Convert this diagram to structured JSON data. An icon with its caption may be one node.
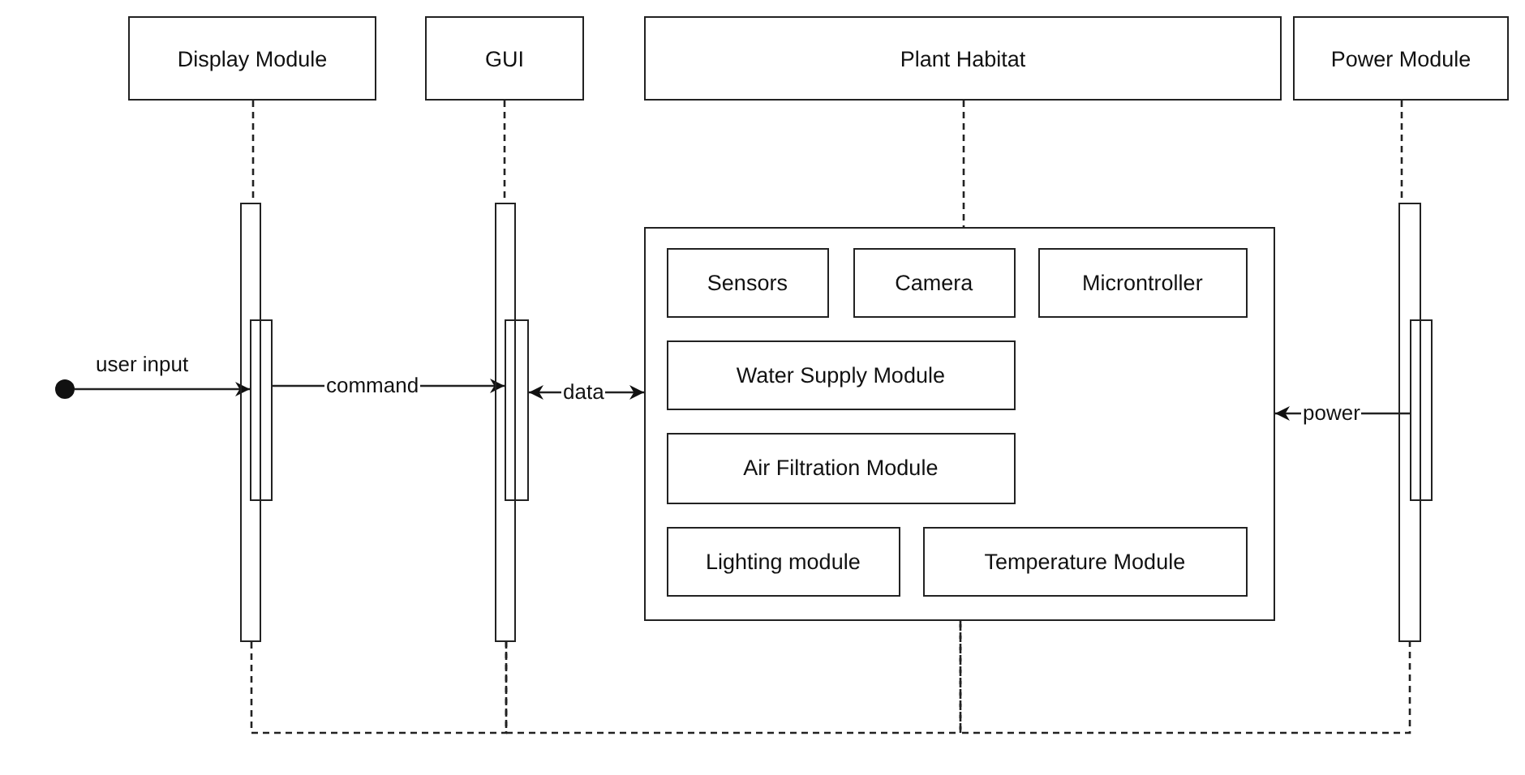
{
  "diagram": {
    "nodes": [
      {
        "text": [
          "Display Module"
        ]
      },
      {
        "text": [
          "GUI"
        ]
      },
      {
        "text": [
          "Plant Habitat"
        ]
      },
      {
        "text": [
          "Power Module"
        ]
      },
      {
        "text": [],
        "shape": "bar"
      },
      {
        "text": [],
        "shape": "bar"
      },
      {
        "text": [],
        "shape": "bar"
      },
      {
        "text": [],
        "shape": "bar"
      },
      {
        "text": [],
        "shape": "box"
      },
      {
        "text": [
          "Sensors"
        ],
        "in": 8
      },
      {
        "text": [
          "Camera"
        ],
        "in": 8
      },
      {
        "text": [
          "Microntroller"
        ],
        "in": 8
      },
      {
        "text": [
          "Water Supply Module"
        ],
        "in": 8
      },
      {
        "text": [
          "Air Filtration Module"
        ],
        "in": 8
      },
      {
        "text": [
          "Lighting module"
        ],
        "in": 8
      },
      {
        "text": [
          "Temperature Module"
        ],
        "in": 8
      },
      {
        "text": [],
        "shape": "bar"
      },
      {
        "text": [],
        "shape": "bar"
      },
      {
        "text": [],
        "shape": "circle"
      }
    ],
    "edges": [
      {
        "from": 18,
        "to": 5,
        "arrow": "to",
        "label": "user input"
      },
      {
        "from": 5,
        "to": 7,
        "arrow": "to",
        "label": "command"
      },
      {
        "from": 7,
        "to": 8,
        "arrow": "both",
        "label": "data"
      },
      {
        "from": 17,
        "to": 8,
        "arrow": "to",
        "label": "power"
      },
      {
        "from": 0,
        "to": 4,
        "arrow": "none",
        "style": "dashed"
      },
      {
        "from": 1,
        "to": 6,
        "arrow": "none",
        "style": "dashed"
      },
      {
        "from": 2,
        "to": 8,
        "arrow": "none",
        "style": "dashed"
      },
      {
        "from": 3,
        "to": 16,
        "arrow": "none",
        "style": "dashed"
      },
      {
        "from": 4,
        "to": 6,
        "arrow": "none",
        "style": "dashed"
      },
      {
        "from": 6,
        "to": 8,
        "arrow": "none",
        "style": "dashed"
      },
      {
        "from": 8,
        "to": 16,
        "arrow": "none",
        "style": "dashed"
      }
    ]
  }
}
